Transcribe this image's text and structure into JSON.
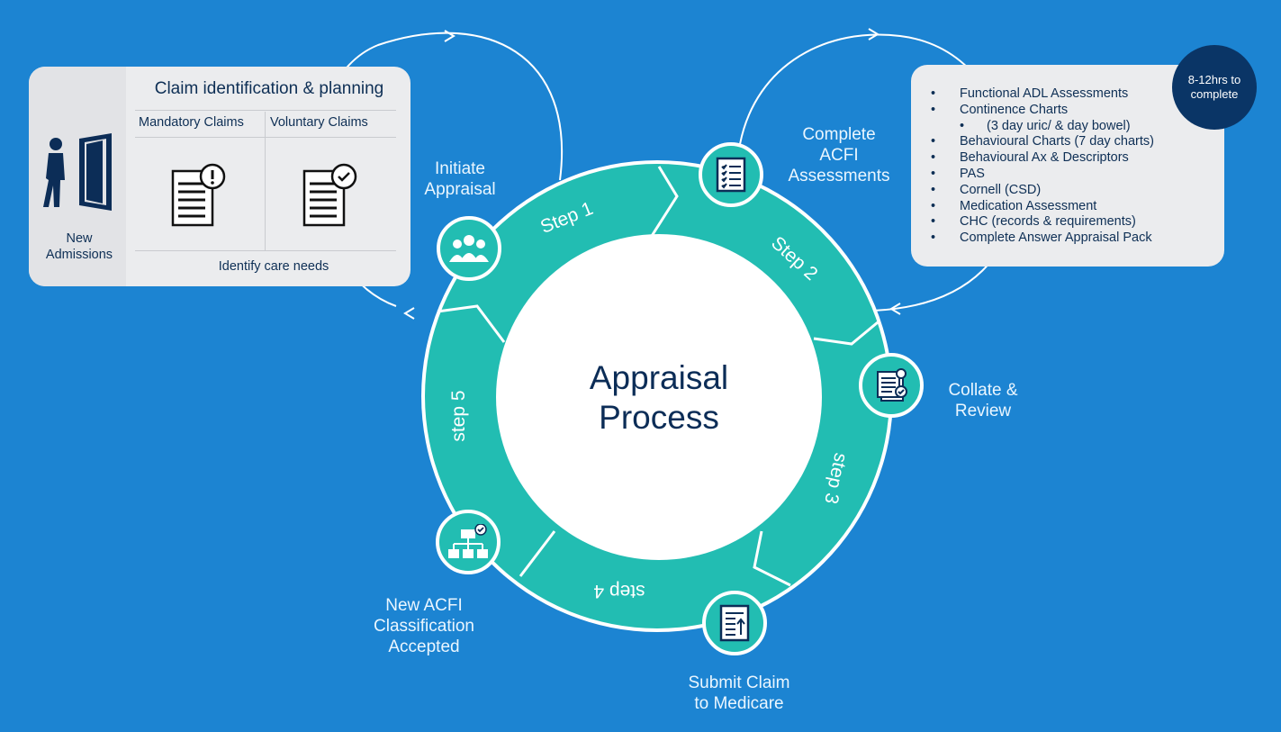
{
  "center": {
    "line1": "Appraisal",
    "line2": "Process"
  },
  "steps": {
    "step1": "Step 1",
    "step2": "Step 2",
    "step3": "step 3",
    "step4": "step 4",
    "step5": "step 5"
  },
  "stages": {
    "initiate": {
      "line1": "Initiate",
      "line2": "Appraisal"
    },
    "complete": {
      "line1": "Complete",
      "line2": "ACFI",
      "line3": "Assessments"
    },
    "collate": {
      "line1": "Collate &",
      "line2": "Review"
    },
    "submit": {
      "line1": "Submit Claim",
      "line2": "to Medicare"
    },
    "accepted": {
      "line1": "New ACFI",
      "line2": "Classification",
      "line3": "Accepted"
    }
  },
  "left_panel": {
    "title": "Claim identification & planning",
    "mandatory": "Mandatory Claims",
    "voluntary": "Voluntary Claims",
    "footer": "Identify care needs",
    "side_line1": "New",
    "side_line2": "Admissions"
  },
  "right_panel": {
    "items": [
      "Functional ADL Assessments",
      "Continence Charts",
      "(3 day uric/ & day bowel)",
      "Behavioural Charts (7 day charts)",
      "Behavioural Ax & Descriptors",
      "PAS",
      "Cornell (CSD)",
      "Medication Assessment",
      "CHC (records & requirements)",
      "Complete Answer Appraisal Pack"
    ]
  },
  "badge": {
    "line1": "8-12hrs to",
    "line2": "complete"
  },
  "colors": {
    "background": "#1c84d2",
    "ring": "#22bdb2",
    "navy": "#0c2d57",
    "panel": "#ebecee"
  },
  "icons": {
    "initiate": "people-group-icon",
    "complete": "checklist-icon",
    "collate": "documents-review-icon",
    "submit": "document-upload-icon",
    "accepted": "org-chart-check-icon",
    "admissions": "person-door-icon",
    "mandatory": "document-alert-icon",
    "voluntary": "document-check-icon"
  }
}
